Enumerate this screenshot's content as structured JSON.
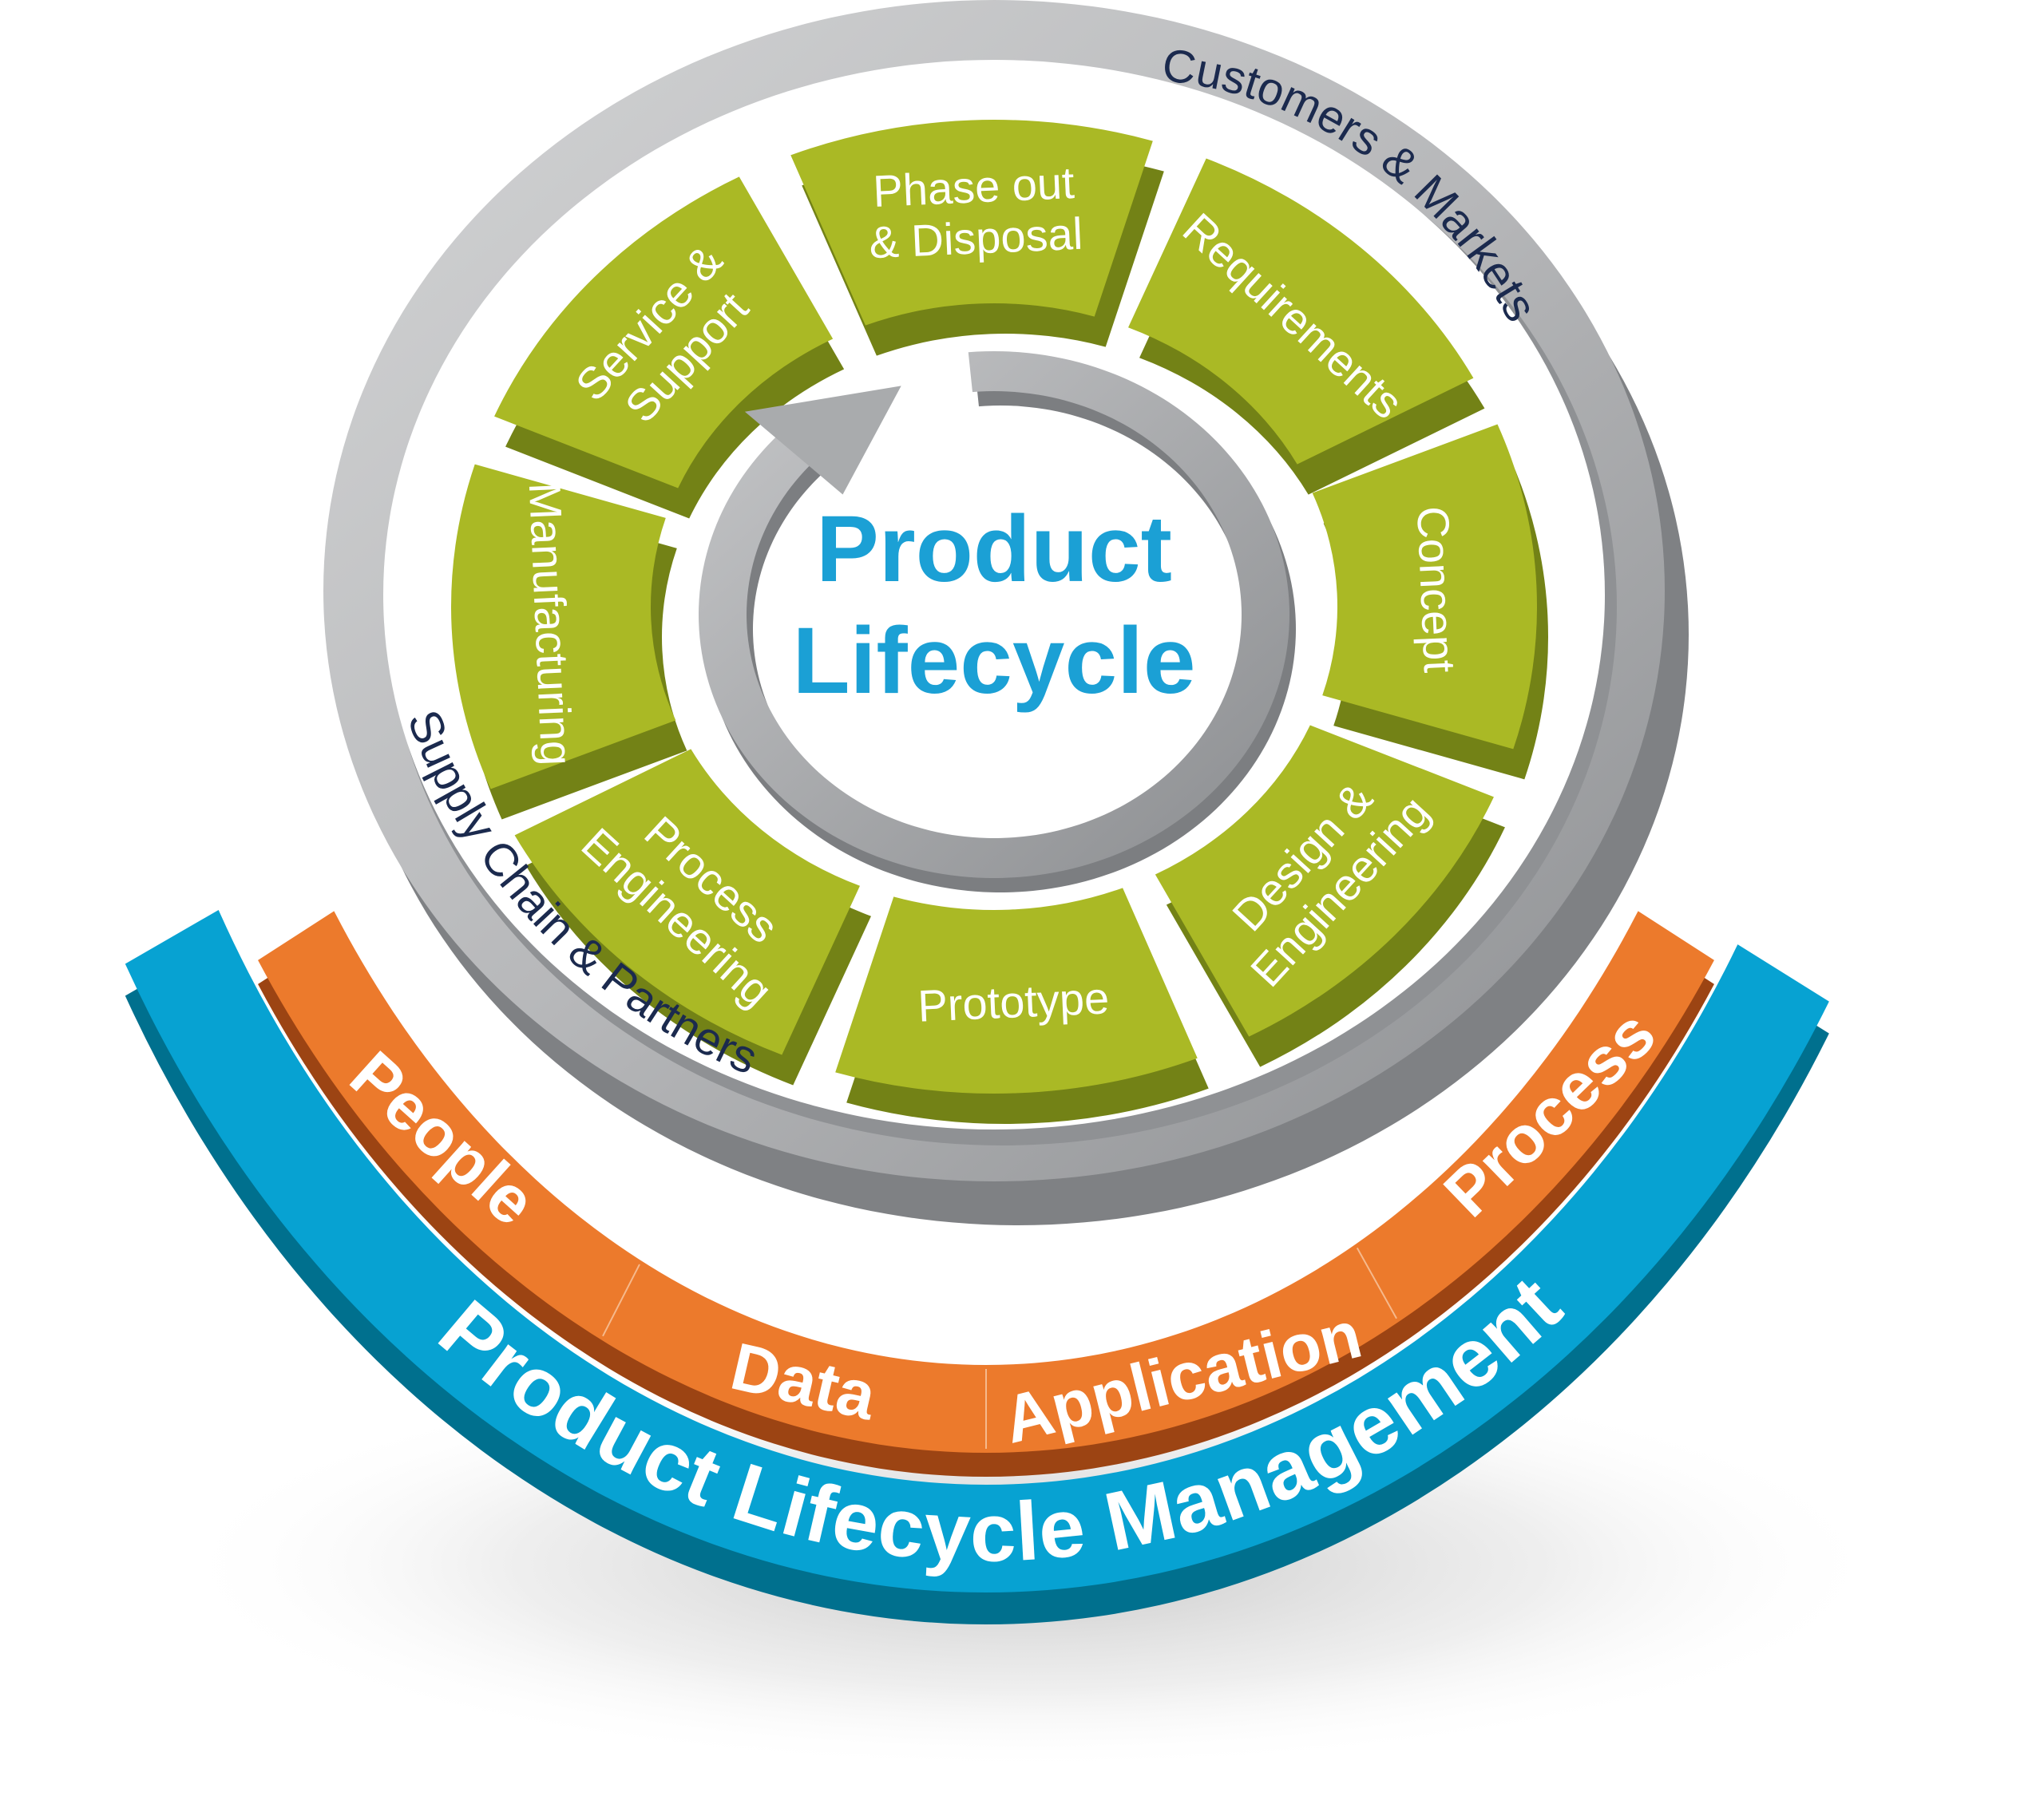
{
  "center": {
    "line1": "Product",
    "line2": "Lifecycle"
  },
  "stages": [
    {
      "id": "requirements",
      "lines": [
        "Requirements"
      ]
    },
    {
      "id": "concept",
      "lines": [
        "Concept"
      ]
    },
    {
      "id": "design-engineering",
      "lines": [
        "Design &",
        "Engineering"
      ]
    },
    {
      "id": "prototype",
      "lines": [
        "Prototype"
      ]
    },
    {
      "id": "process-engineering",
      "lines": [
        "Process",
        "Engineering"
      ]
    },
    {
      "id": "manufacturing",
      "lines": [
        "Manufacturing"
      ]
    },
    {
      "id": "service-support",
      "lines": [
        "Service &",
        "Support"
      ]
    },
    {
      "id": "phase-out-disposal",
      "lines": [
        "Phase out",
        "& Disposal"
      ]
    }
  ],
  "outer_ring": {
    "top_label": "Customers & Markets",
    "bottom_label": "Supply Chain & Partners"
  },
  "foundation": {
    "pillars": [
      "People",
      "Data",
      "Application",
      "Process"
    ],
    "base_label": "Product Lifecycle Management"
  },
  "colors": {
    "stage_top": "#aab925",
    "stage_side": "#738216",
    "ring_light": "#c9cacb",
    "ring_dark": "#7f8184",
    "orange_top": "#ec7a2c",
    "orange_side": "#9c4413",
    "blue_top": "#07a2d2",
    "blue_side": "#00708e",
    "center_text": "#1ba0d5",
    "ring_text": "#1b2a4e"
  }
}
